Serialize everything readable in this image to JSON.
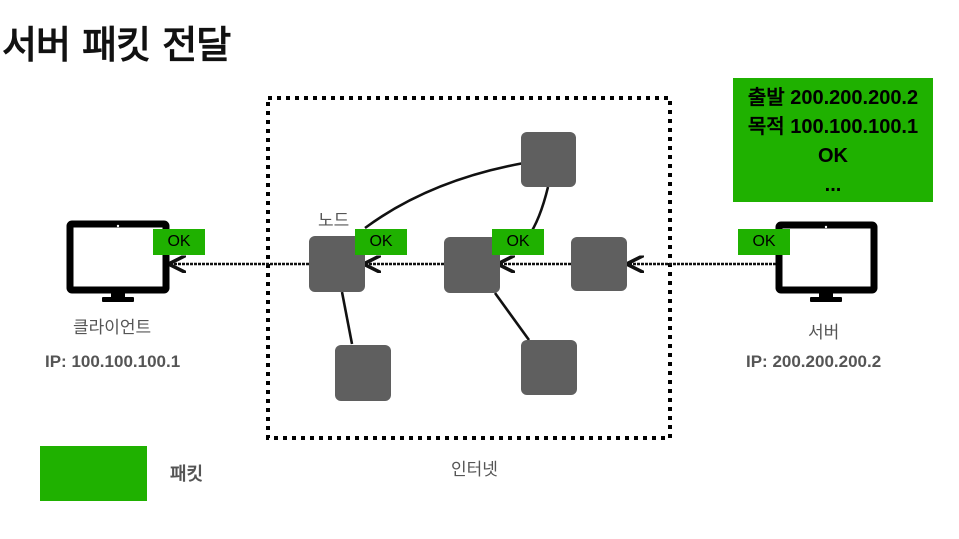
{
  "title": "서버 패킷 전달",
  "client": {
    "label": "클라이언트",
    "ip": "IP: 100.100.100.1"
  },
  "server": {
    "label": "서버",
    "ip": "IP: 200.200.200.2"
  },
  "network": {
    "label": "인터넷",
    "node_label": "노드"
  },
  "packet": {
    "lines": [
      "출발 200.200.200.2",
      "목적 100.100.100.1",
      "OK",
      "..."
    ]
  },
  "ok_tag": "OK",
  "legend": {
    "label": "패킷"
  },
  "colors": {
    "packet": "#1fb100",
    "node": "#5f5f5f",
    "device": "#000000"
  }
}
